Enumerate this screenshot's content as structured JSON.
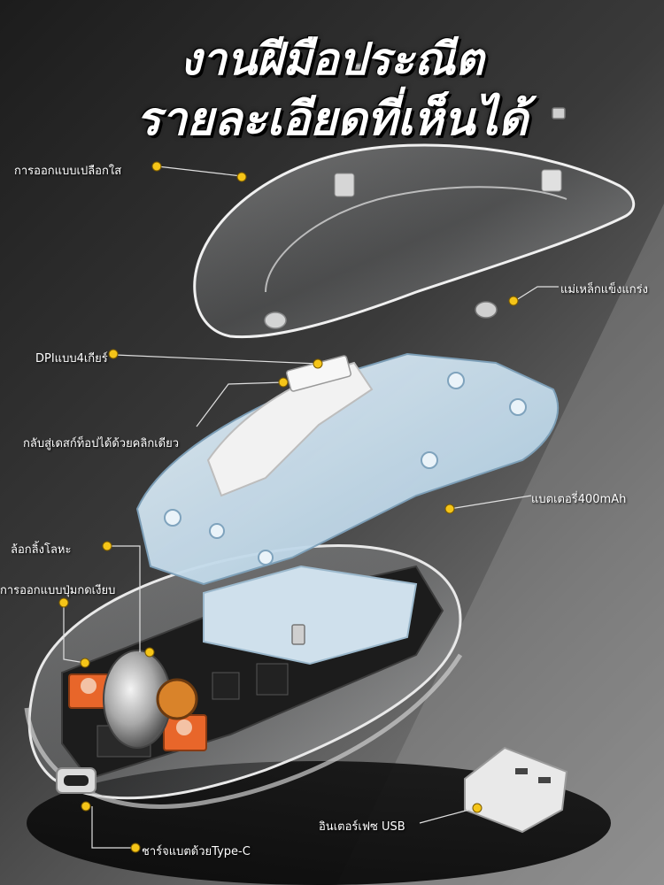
{
  "title": {
    "line1": "งานฝีมือประณีต",
    "line2": "รายละเอียดที่เห็นได้"
  },
  "callouts": [
    "การออกแบบเปลือกใส",
    "แม่เหล็กแข็งแกร่ง",
    "DPIแบบ4เกียร์",
    "กลับสู่เดสก์ท็อปได้ด้วยคลิกเดียว",
    "แบตเตอรี่400mAh",
    "ล้อกลิ้งโลหะ",
    "การออกแบบปุ่มกดเงียบ",
    "ชาร์จแบตด้วยType-C",
    "อินเตอร์เฟซ USB"
  ],
  "colors": {
    "callout_dot": "#f5c518",
    "shell_accent": "#bcd7ea",
    "switch_orange": "#e8662a"
  }
}
